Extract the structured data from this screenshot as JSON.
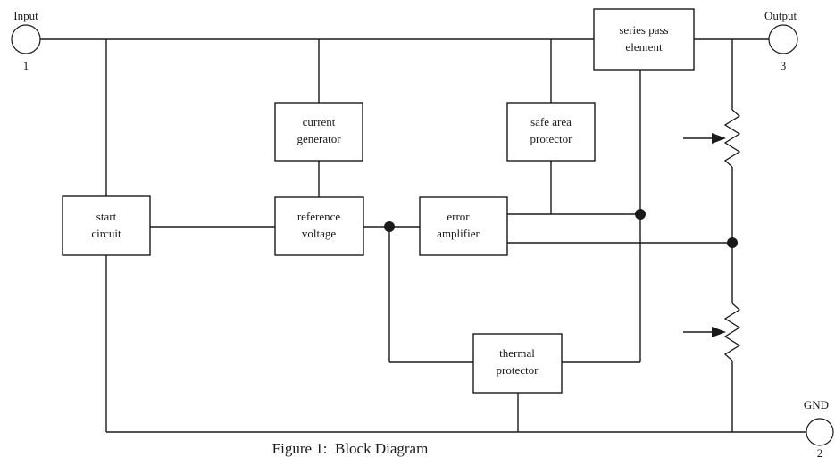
{
  "pins": {
    "input": {
      "label": "Input",
      "number": "1"
    },
    "output": {
      "label": "Output",
      "number": "3"
    },
    "gnd": {
      "label": "GND",
      "number": "2"
    }
  },
  "blocks": {
    "series_pass": {
      "line1": "series pass",
      "line2": "element"
    },
    "current_gen": {
      "line1": "current",
      "line2": "generator"
    },
    "safe_area": {
      "line1": "safe area",
      "line2": "protector"
    },
    "start": {
      "line1": "start",
      "line2": "circuit"
    },
    "reference": {
      "line1": "reference",
      "line2": "voltage"
    },
    "error_amp": {
      "line1": "error",
      "line2": "amplifier"
    },
    "thermal": {
      "line1": "thermal",
      "line2": "protector"
    }
  },
  "caption": "Figure 1:  Block Diagram"
}
